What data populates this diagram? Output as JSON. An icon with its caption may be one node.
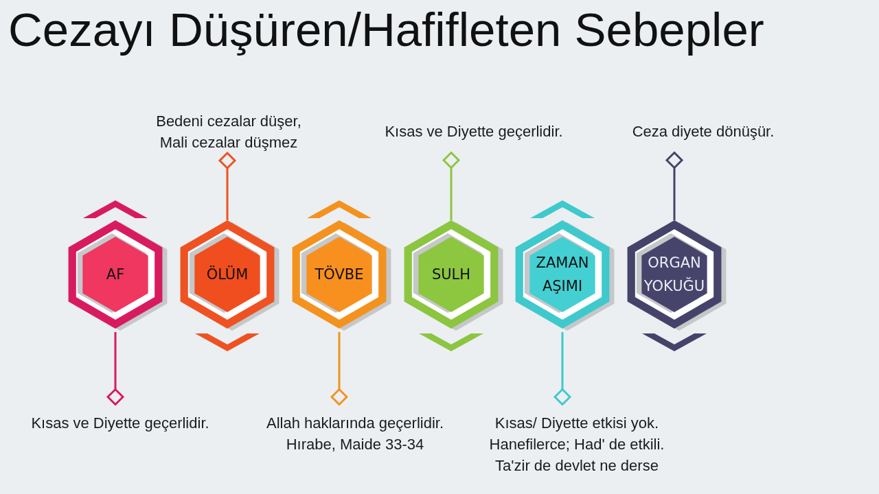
{
  "diagram": {
    "title": "Cezayı Düşüren/Hafifleten Sebepler",
    "nodes": [
      {
        "text": [
          "Bedeni cezalar düşer, Mali cezalar düşmez"
        ]
      },
      {
        "text": [
          "Kısas ve Diyette geçerlidir."
        ]
      },
      {
        "text": [
          "Ceza diyete dönüşür."
        ]
      },
      {
        "text": [
          "AF"
        ]
      },
      {
        "text": [
          "ÖLÜM"
        ]
      },
      {
        "text": [
          "TÖVBE"
        ]
      },
      {
        "text": [
          "SULH"
        ]
      },
      {
        "text": [
          "ZAMAN AŞIMI"
        ]
      },
      {
        "text": [
          "ORGAN YOKUĞU"
        ]
      },
      {
        "text": [
          "Kısas ve Diyette geçerlidir."
        ]
      },
      {
        "text": [
          "Allah haklarında geçerlidir. Hırabe, Maide 33-34"
        ]
      },
      {
        "text": [
          "Kısas/ Diyette etkisi yok. Hanefilerce; Had' de etkili. Ta'zir de devlet ne derse"
        ]
      }
    ],
    "edges": [
      {
        "from": 9,
        "to": 3,
        "arrow": "other",
        "color": "#d81b5f"
      },
      {
        "from": 0,
        "to": 4,
        "arrow": "other",
        "color": "#ef5222"
      },
      {
        "from": 10,
        "to": 5,
        "arrow": "other",
        "color": "#f4921f"
      },
      {
        "from": 1,
        "to": 6,
        "arrow": "other",
        "color": "#8cc540"
      },
      {
        "from": 11,
        "to": 7,
        "arrow": "other",
        "color": "#3fc9cc"
      },
      {
        "from": 2,
        "to": 8,
        "arrow": "other",
        "color": "#454369"
      }
    ]
  }
}
